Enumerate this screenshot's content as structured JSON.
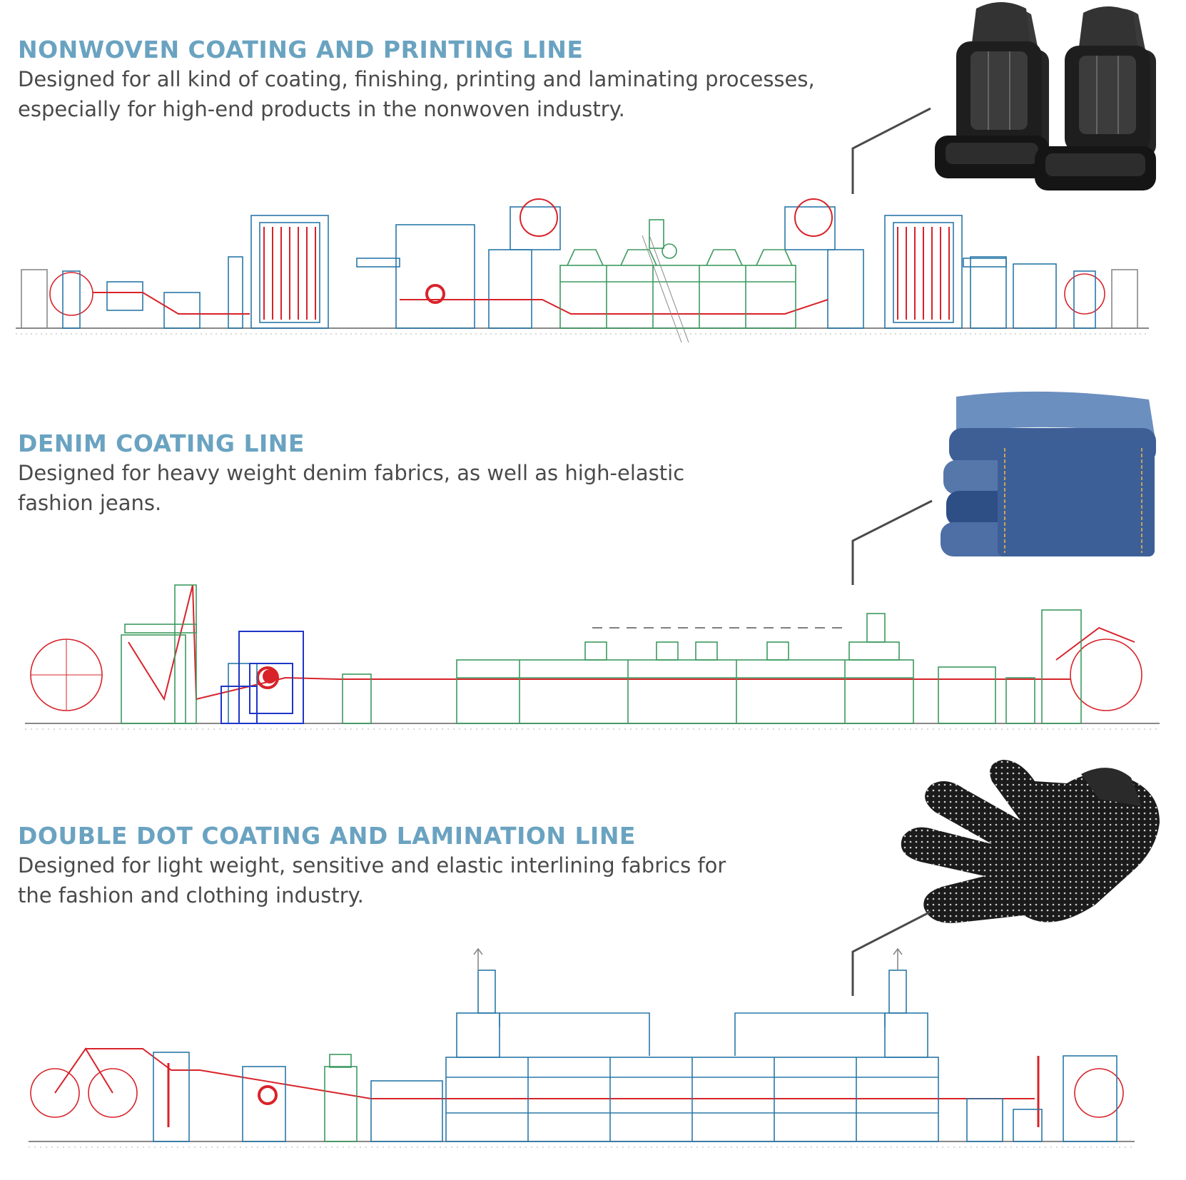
{
  "colors": {
    "title": "#6aa3c1",
    "text": "#4a4a4a",
    "machine_red": "#d8232a",
    "machine_blue": "#2a78a8",
    "machine_green": "#3c9a5f",
    "machine_navy": "#1e36c8",
    "callout": "#4a4a4a"
  },
  "sections": [
    {
      "title": "NONWOVEN COATING AND PRINTING LINE",
      "desc_line1": "Designed for all kind of coating, finishing, printing and laminating processes,",
      "desc_line2": "especially for high-end products in the nonwoven industry.",
      "photo_icon": "car-seat-image"
    },
    {
      "title": "DENIM COATING LINE",
      "desc_line1": "Designed for heavy weight denim fabrics, as well as high-elastic",
      "desc_line2": "fashion jeans.",
      "photo_icon": "denim-jeans-image"
    },
    {
      "title": "DOUBLE DOT COATING AND LAMINATION LINE",
      "desc_line1": "Designed for light weight, sensitive and elastic interlining fabrics for",
      "desc_line2": "the fashion and clothing industry.",
      "photo_icon": "dotted-glove-image"
    }
  ]
}
